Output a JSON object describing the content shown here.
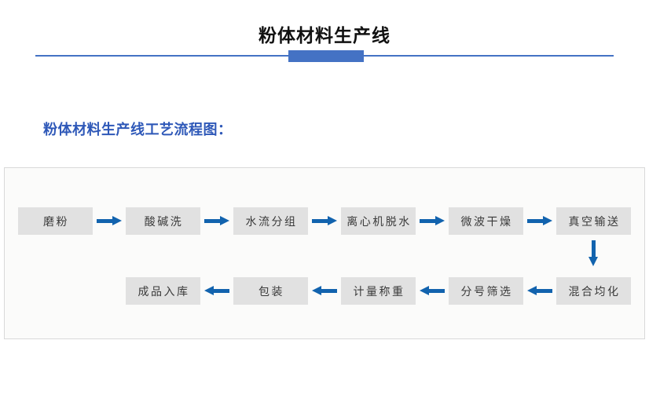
{
  "title": "粉体材料生产线",
  "subtitle": "粉体材料生产线工艺流程图：",
  "colors": {
    "accent_blue": "#4472C4",
    "arrow_blue": "#1263AE",
    "subtitle_blue": "#2E58B8",
    "box_gray": "#E1E1E1",
    "panel_border": "#D9D9D9"
  },
  "flow": {
    "row1": [
      "磨粉",
      "酸碱洗",
      "水流分组",
      "离心机脱水",
      "微波干燥",
      "真空输送"
    ],
    "row1_direction": "right",
    "connector": "down",
    "row2": [
      "成品入库",
      "包装",
      "计量称重",
      "分号筛选",
      "混合均化"
    ],
    "row2_direction": "left"
  }
}
